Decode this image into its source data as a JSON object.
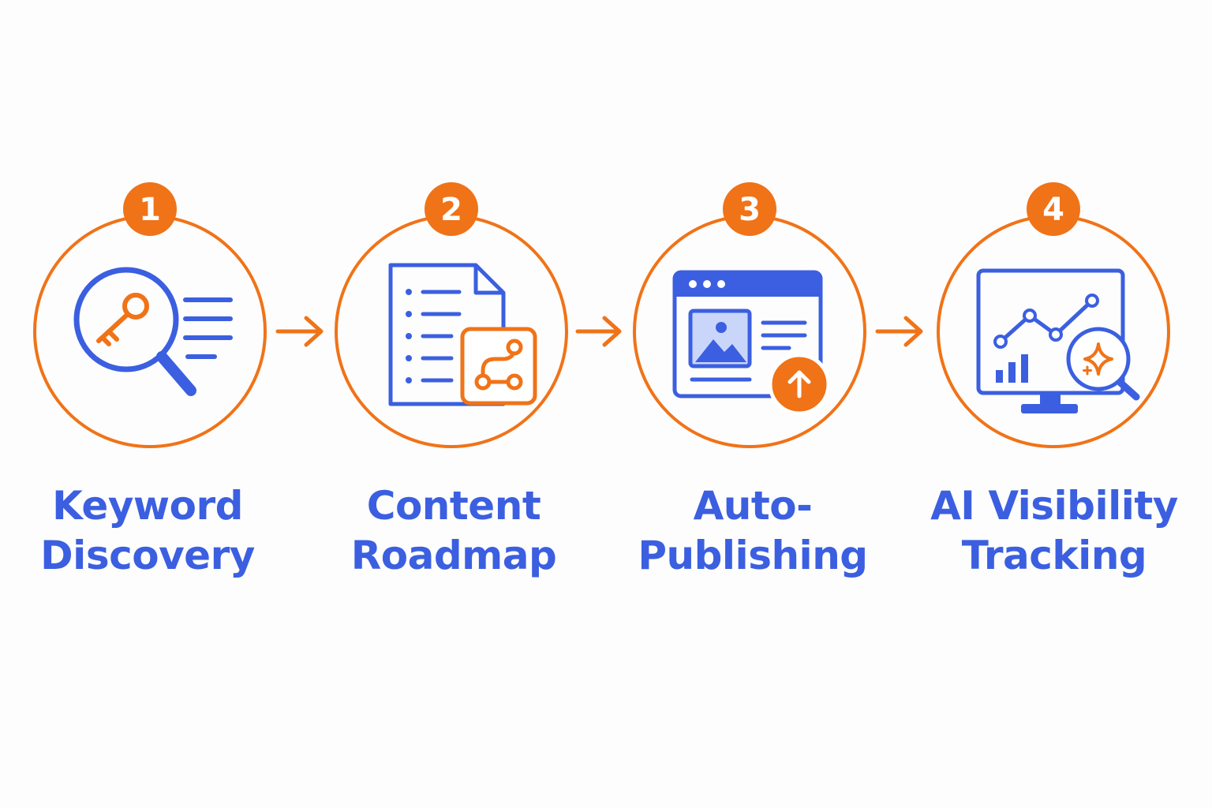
{
  "colors": {
    "orange": "#F07318",
    "blue": "#3B5FE0",
    "light_blue": "#C9D6FA",
    "background": "#FDFDFD"
  },
  "steps": [
    {
      "number": "1",
      "label": "Keyword\nDiscovery",
      "icon": "key-magnifier-icon"
    },
    {
      "number": "2",
      "label": "Content\nRoadmap",
      "icon": "document-roadmap-icon"
    },
    {
      "number": "3",
      "label": "Auto-\nPublishing",
      "icon": "browser-upload-icon"
    },
    {
      "number": "4",
      "label": "AI Visibility\nTracking",
      "icon": "monitor-analytics-icon"
    }
  ]
}
